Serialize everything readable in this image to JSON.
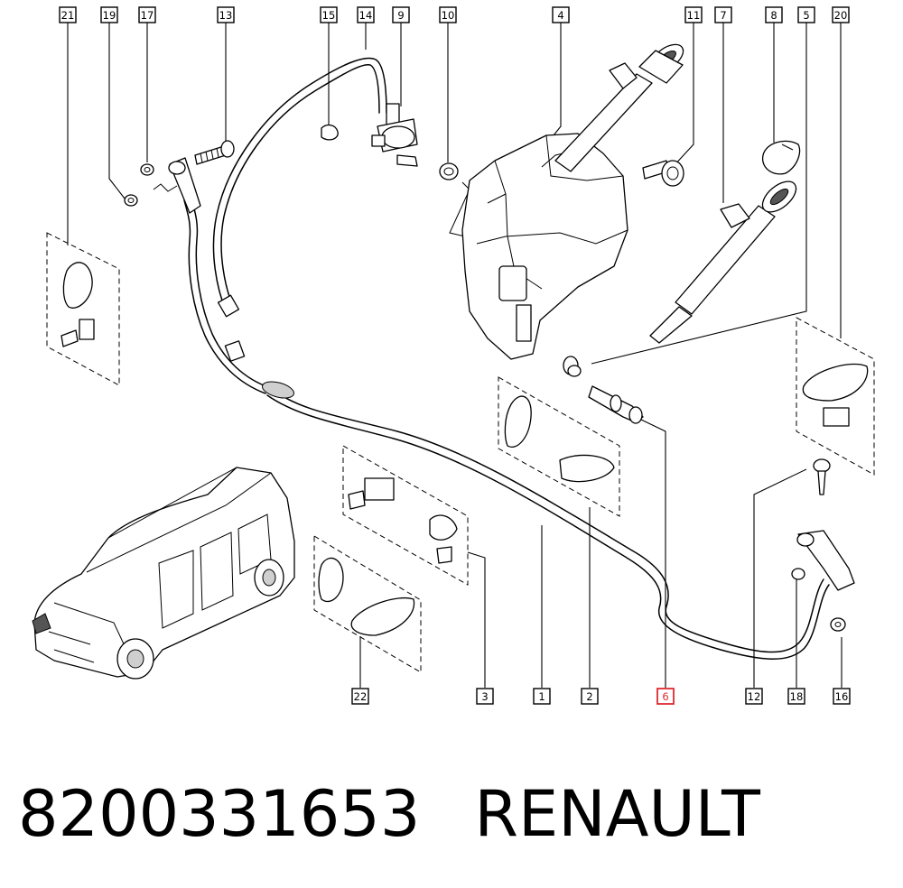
{
  "part_number": "8200331653",
  "brand": "RENAULT",
  "callouts": [
    "21",
    "19",
    "17",
    "13",
    "15",
    "14",
    "9",
    "10",
    "4",
    "11",
    "7",
    "8",
    "5",
    "20",
    "22",
    "3",
    "1",
    "2",
    "6",
    "12",
    "18",
    "16"
  ],
  "highlighted_callout": "6",
  "colors": {
    "line": "#000000",
    "highlight": "#e0292f",
    "background": "#ffffff"
  }
}
